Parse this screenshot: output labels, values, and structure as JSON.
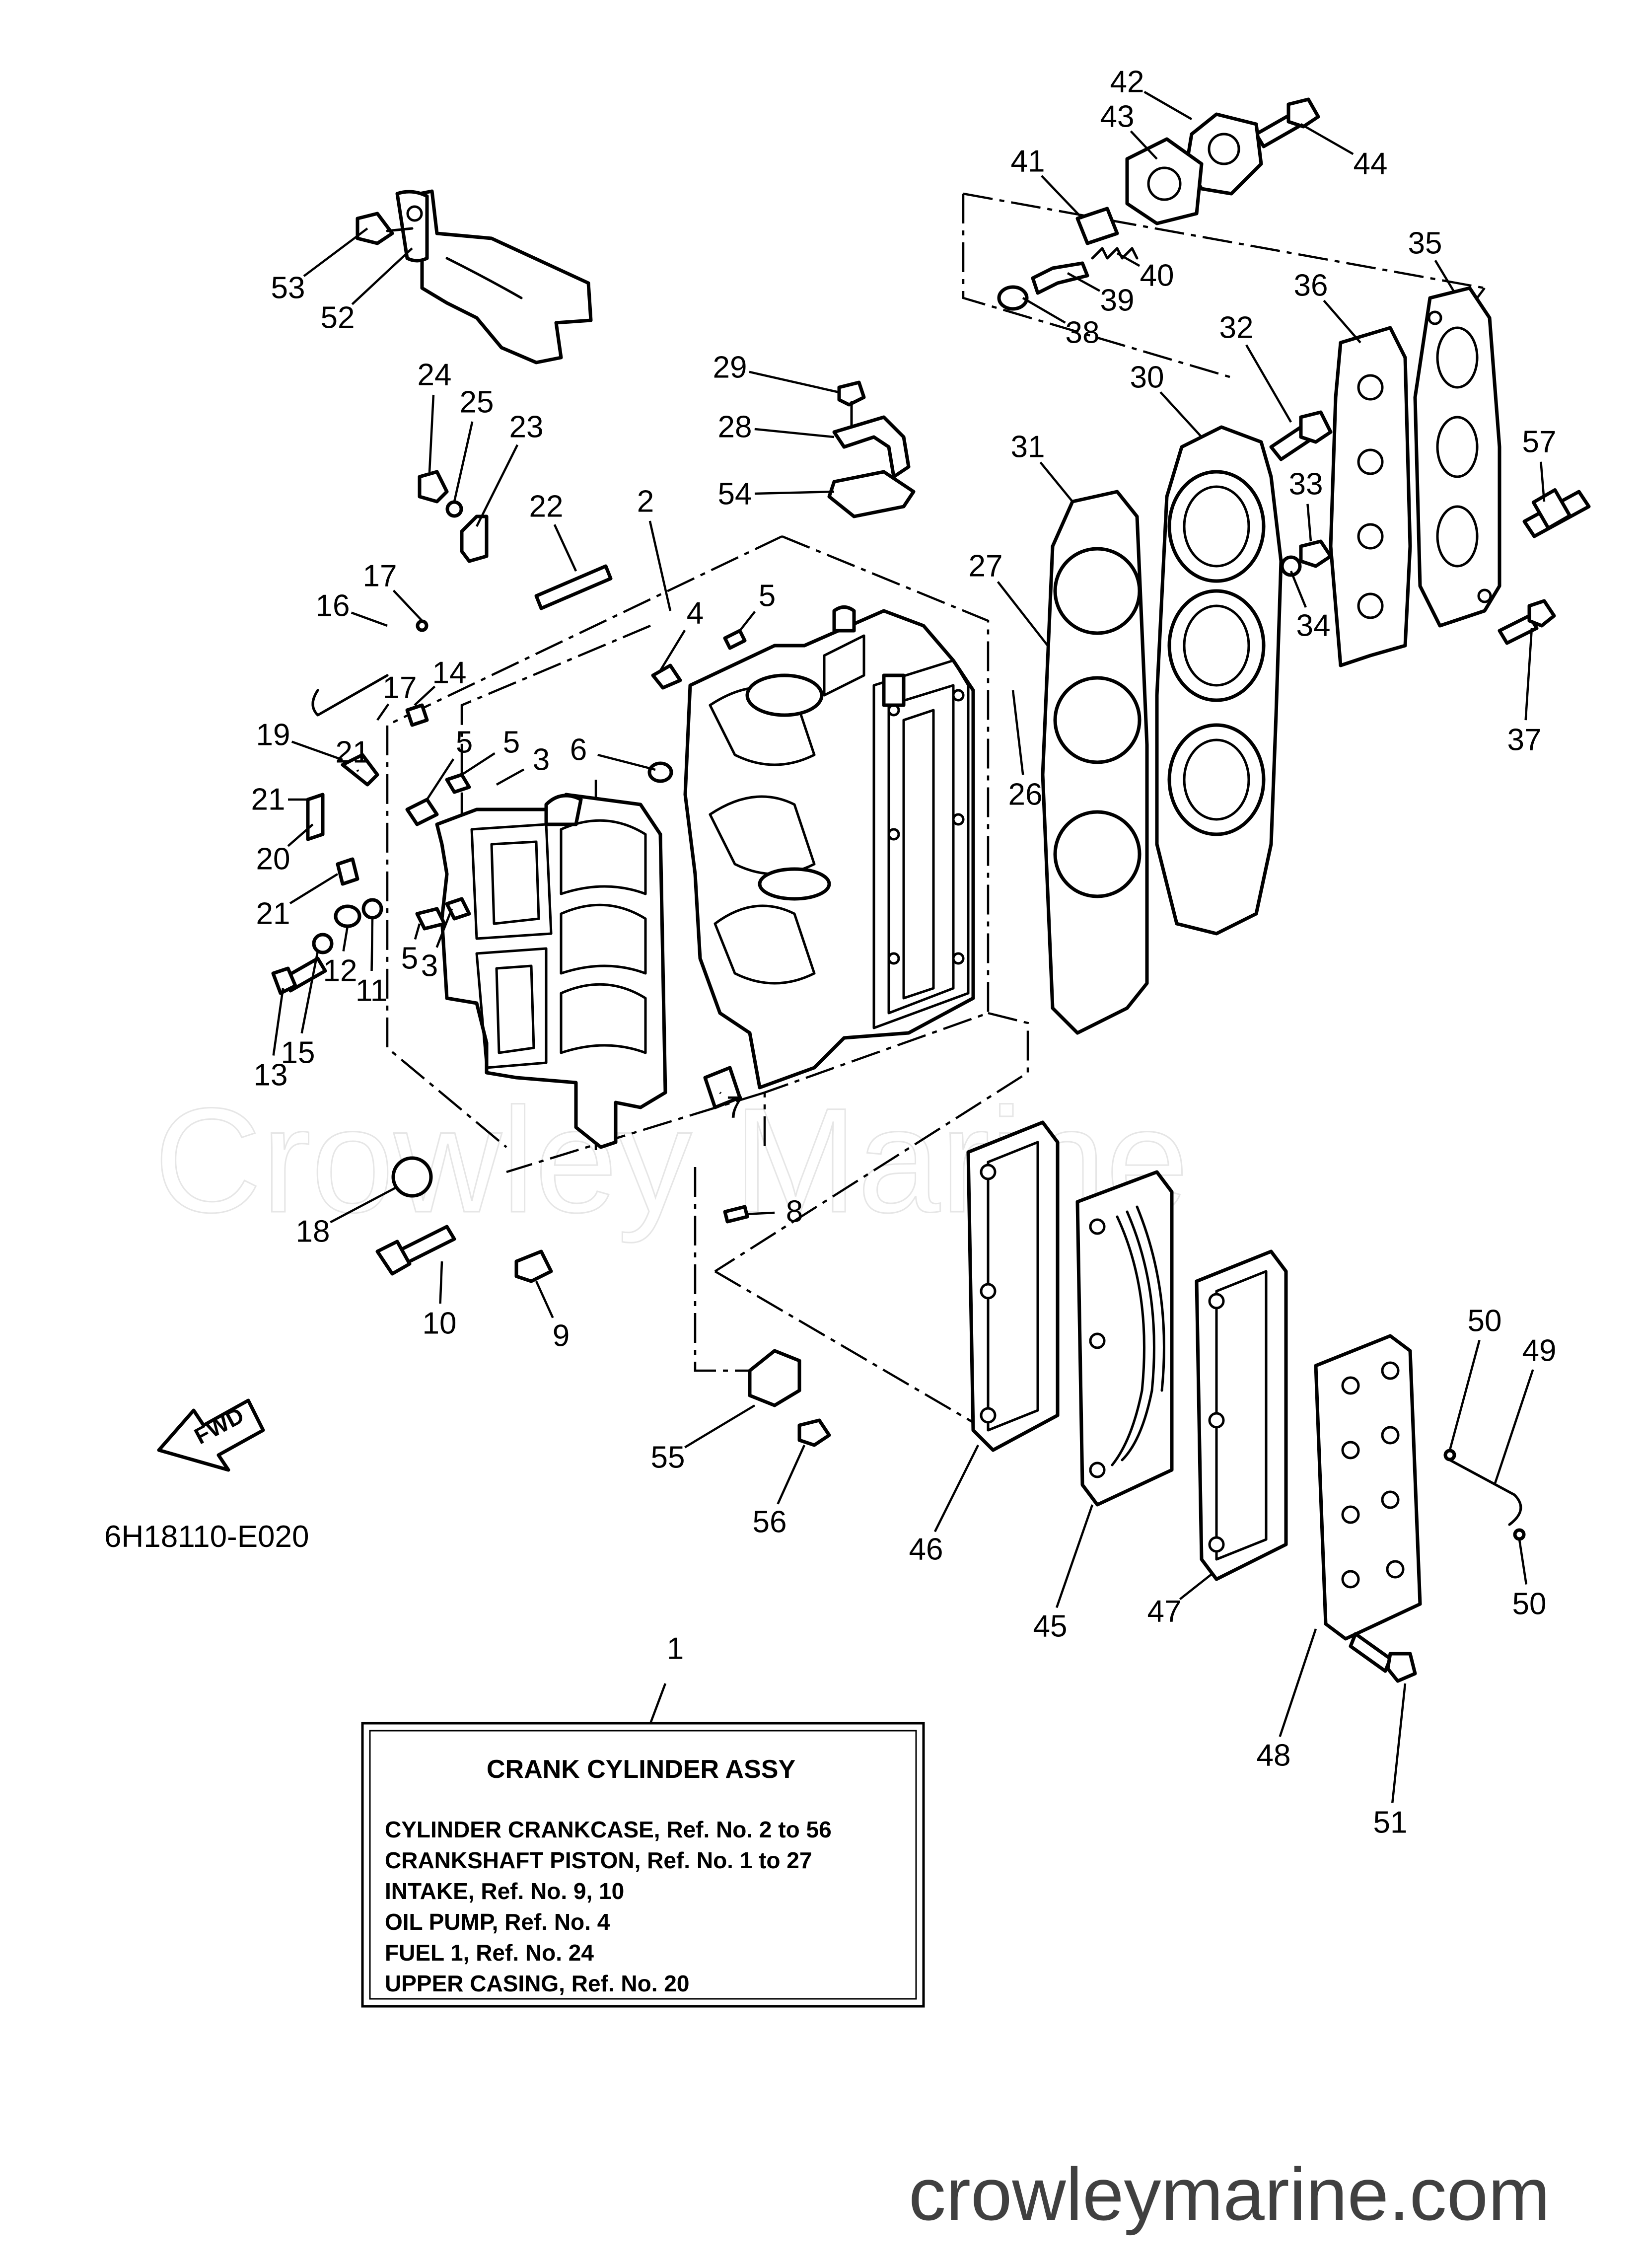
{
  "diagram_code": "6H18110-E020",
  "watermark": "Crowley Marine",
  "footer": "crowleymarine.com",
  "fwd_label": "FWD",
  "info_box": {
    "ref": "1",
    "title": "CRANK  CYLINDER  ASSY",
    "lines": [
      "CYLINDER CRANKCASE,  Ref. No. 2 to 56",
      "CRANKSHAFT PISTON,  Ref. No. 1 to 27",
      "INTAKE,  Ref. No. 9, 10",
      "OIL PUMP,    Ref. No. 4",
      "FUEL 1,     Ref. No. 24",
      "UPPER CASING,  Ref. No. 20"
    ]
  },
  "callouts": [
    "42",
    "43",
    "44",
    "41",
    "40",
    "39",
    "38",
    "35",
    "36",
    "32",
    "30",
    "57",
    "31",
    "33",
    "34",
    "37",
    "53",
    "52",
    "24",
    "25",
    "23",
    "29",
    "28",
    "54",
    "22",
    "2",
    "17",
    "16",
    "4",
    "5",
    "27",
    "14",
    "17",
    "19",
    "21",
    "21",
    "20",
    "21",
    "5",
    "5",
    "3",
    "6",
    "26",
    "5",
    "3",
    "11",
    "12",
    "15",
    "13",
    "18",
    "7",
    "8",
    "10",
    "9",
    "55",
    "56",
    "46",
    "45",
    "47",
    "48",
    "51",
    "50",
    "49",
    "50"
  ]
}
